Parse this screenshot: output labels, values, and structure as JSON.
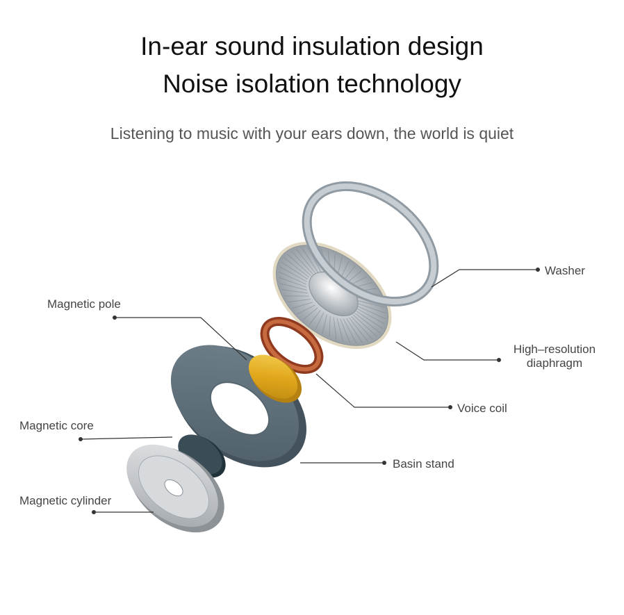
{
  "header": {
    "title_line1": "In-ear sound insulation design",
    "title_line2": "Noise isolation technology",
    "subtitle": "Listening to music with your ears down, the world is quiet"
  },
  "labels": {
    "washer": "Washer",
    "diaphragm_line1": "High–resolution",
    "diaphragm_line2": "diaphragm",
    "voice_coil": "Voice coil",
    "basin_stand": "Basin stand",
    "magnetic_pole": "Magnetic pole",
    "magnetic_core": "Magnetic core",
    "magnetic_cylinder": "Magnetic cylinder"
  },
  "colors": {
    "text": "#111111",
    "subtext": "#555555",
    "label": "#444444",
    "leader": "#333333",
    "washer": "#a9b4bc",
    "diaphragm": "#c9ced3",
    "voice_coil": "#b5532e",
    "magnet_pole": "#e6b125",
    "basin_stand": "#5c6d78",
    "magnetic_core": "#34464f",
    "magnetic_cylinder": "#c4c7ca"
  }
}
